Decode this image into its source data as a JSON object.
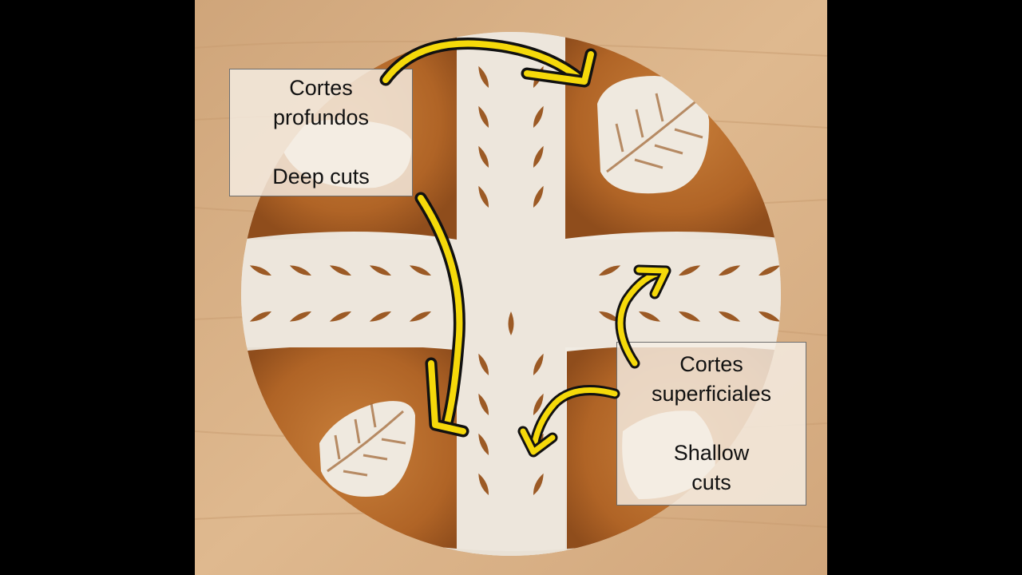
{
  "labels": {
    "deep": {
      "spanish_line1": "Cortes",
      "spanish_line2": "profundos",
      "english": "Deep cuts"
    },
    "shallow": {
      "spanish_line1": "Cortes",
      "spanish_line2": "superficiales",
      "english_line1": "Shallow",
      "english_line2": "cuts"
    }
  },
  "colors": {
    "arrow_fill": "#f5d90a",
    "arrow_outline": "#111111",
    "crust": "#b4692a",
    "flour": "#f1ece4",
    "board": "#dcb389"
  }
}
